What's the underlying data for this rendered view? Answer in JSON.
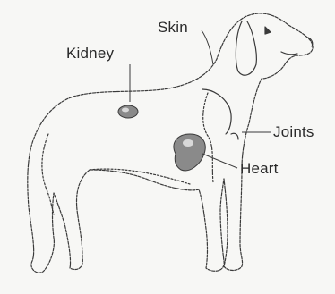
{
  "labels": {
    "skin": "Skin",
    "kidney": "Kidney",
    "joints": "Joints",
    "heart": "Heart"
  },
  "colors": {
    "background": "#f7f7f5",
    "outline": "#3a3a3a",
    "organ_fill": "#8a8a8a",
    "organ_highlight": "#d8d8d8"
  }
}
